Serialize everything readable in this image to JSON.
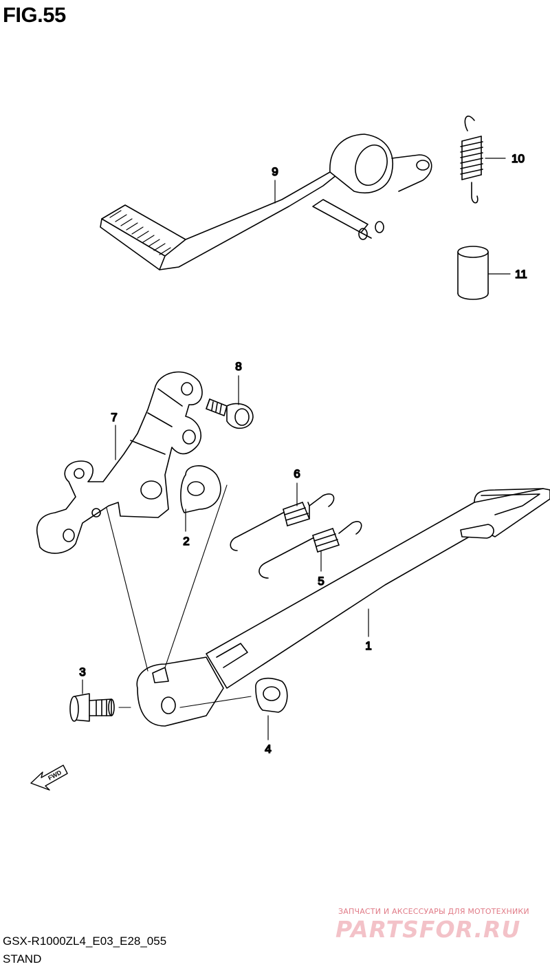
{
  "figure": {
    "title": "FIG.55",
    "code": "GSX-R1000ZL4_E03_E28_055",
    "name": "STAND"
  },
  "callouts": {
    "c1": "1",
    "c2": "2",
    "c3": "3",
    "c4": "4",
    "c5": "5",
    "c6": "6",
    "c7": "7",
    "c8": "8",
    "c9": "9",
    "c10": "10",
    "c11": "11"
  },
  "fwd_label": "FWD",
  "watermark": {
    "tagline": "ЗАПЧАСТИ И АКСЕССУАРЫ ДЛЯ МОТОТЕХНИКИ",
    "brand": "PARTSFOR.RU"
  },
  "colors": {
    "line": "#000000",
    "watermark_small": "#e07a86",
    "watermark_big": "#f2b8bf"
  }
}
